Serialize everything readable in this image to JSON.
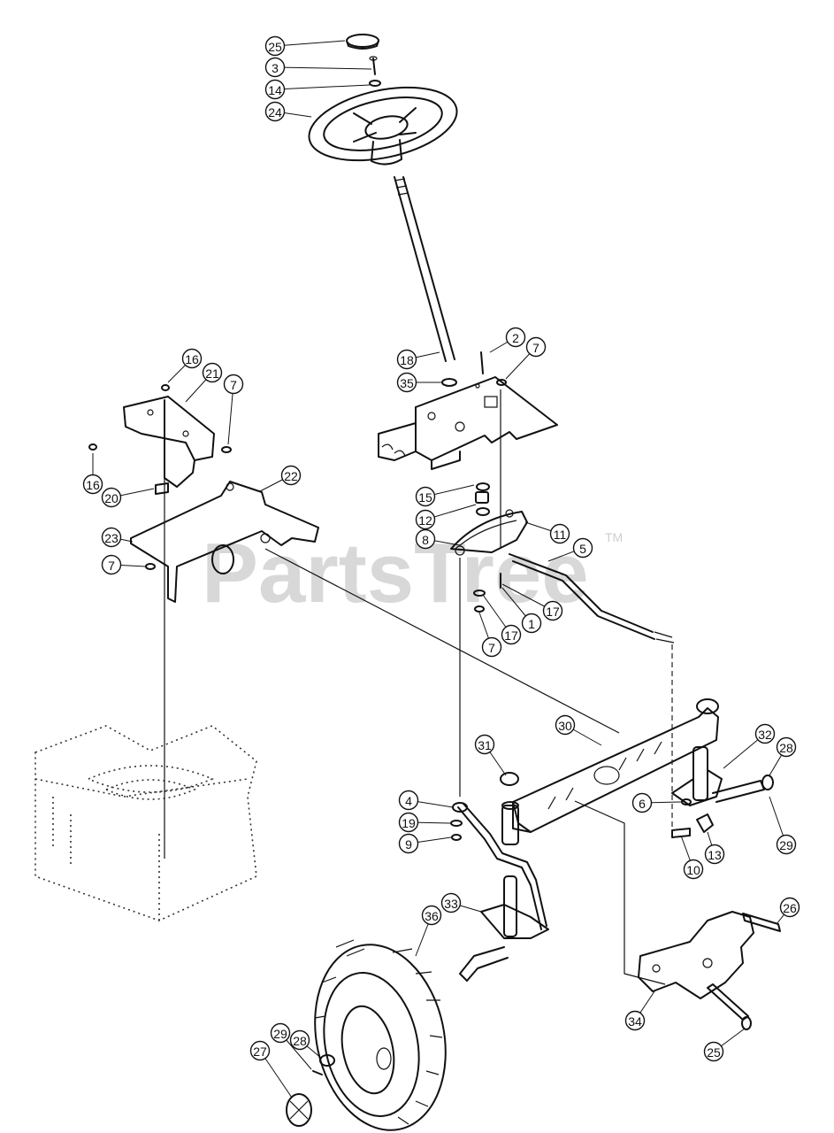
{
  "watermark": {
    "text": "PartsTree",
    "tm": "TM"
  },
  "callouts": [
    {
      "label": "25"
    },
    {
      "label": "3"
    },
    {
      "label": "14"
    },
    {
      "label": "24"
    },
    {
      "label": "18"
    },
    {
      "label": "2"
    },
    {
      "label": "7"
    },
    {
      "label": "35"
    },
    {
      "label": "16"
    },
    {
      "label": "21"
    },
    {
      "label": "7"
    },
    {
      "label": "16"
    },
    {
      "label": "20"
    },
    {
      "label": "22"
    },
    {
      "label": "23"
    },
    {
      "label": "7"
    },
    {
      "label": "15"
    },
    {
      "label": "12"
    },
    {
      "label": "8"
    },
    {
      "label": "11"
    },
    {
      "label": "5"
    },
    {
      "label": "17"
    },
    {
      "label": "1"
    },
    {
      "label": "17"
    },
    {
      "label": "7"
    },
    {
      "label": "30"
    },
    {
      "label": "31"
    },
    {
      "label": "32"
    },
    {
      "label": "28"
    },
    {
      "label": "6"
    },
    {
      "label": "29"
    },
    {
      "label": "13"
    },
    {
      "label": "10"
    },
    {
      "label": "4"
    },
    {
      "label": "19"
    },
    {
      "label": "9"
    },
    {
      "label": "33"
    },
    {
      "label": "36"
    },
    {
      "label": "26"
    },
    {
      "label": "34"
    },
    {
      "label": "25"
    },
    {
      "label": "28"
    },
    {
      "label": "29"
    },
    {
      "label": "27"
    }
  ]
}
